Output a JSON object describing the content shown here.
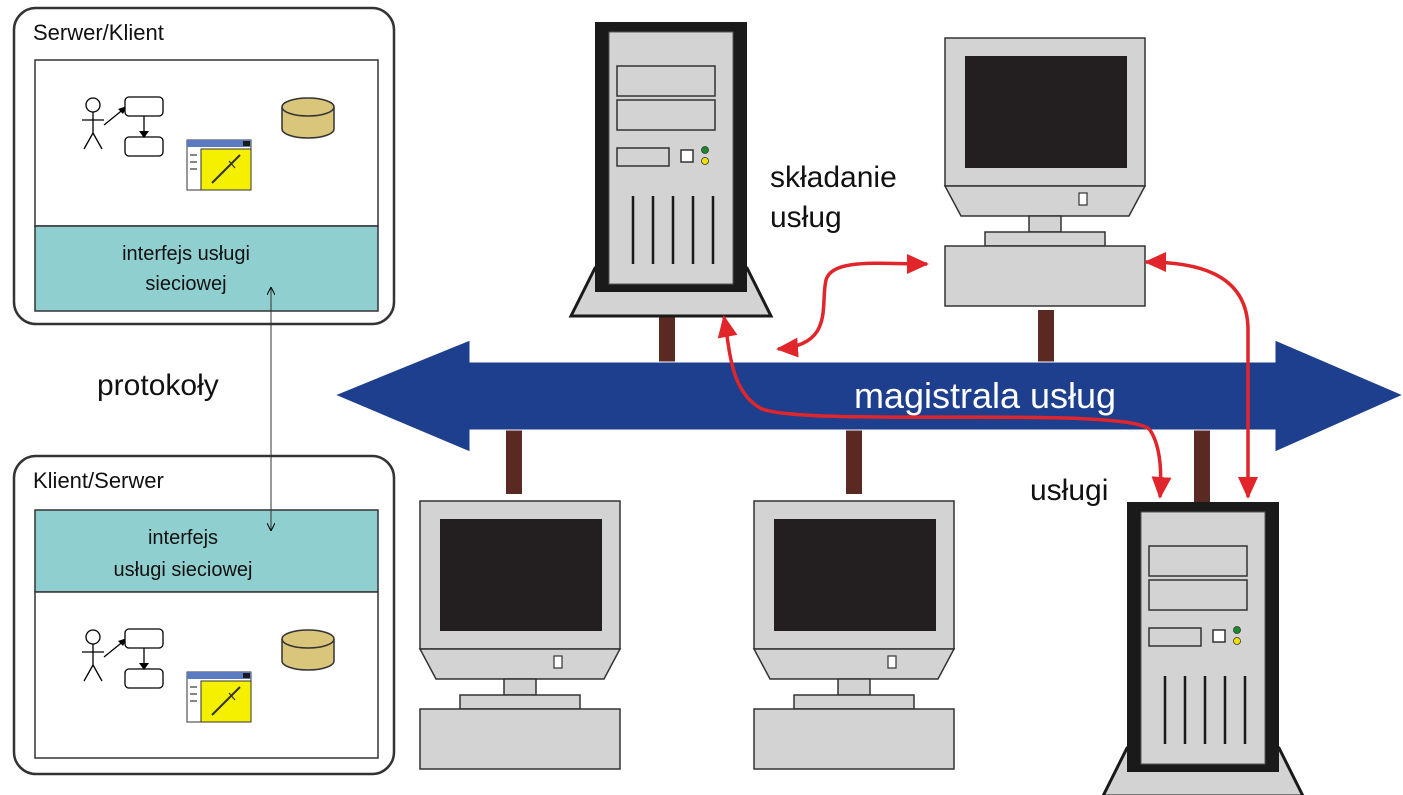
{
  "panels": {
    "top": {
      "title": "Serwer/Klient",
      "interface_line1": "interfejs usługi",
      "interface_line2": "sieciowej"
    },
    "bottom": {
      "title": "Klient/Serwer",
      "interface_line1": "interfejs",
      "interface_line2": "usługi sieciowej"
    }
  },
  "labels": {
    "protocols": "protokoły",
    "bus": "magistrala usług",
    "composition_line1": "składanie",
    "composition_line2": "usług",
    "services": "usługi"
  },
  "nodes": [
    {
      "kind": "server-tower",
      "name": "server-top"
    },
    {
      "kind": "desktop-pc",
      "name": "desktop-top-right"
    },
    {
      "kind": "desktop-pc",
      "name": "desktop-bottom-left"
    },
    {
      "kind": "desktop-pc",
      "name": "desktop-bottom-middle"
    },
    {
      "kind": "server-tower",
      "name": "server-bottom-right"
    }
  ],
  "colors": {
    "bus": "#1e3e8e",
    "connector": "#5a2a22",
    "interaction_arrow": "#e0262b",
    "interface_band": "#8fcfcf",
    "device_body": "#d3d3d3",
    "screen": "#231f20",
    "tower_frame": "#1a1a1a",
    "database": "#d9c67a",
    "window_yellow": "#f4f000",
    "window_bar": "#5a7bbf"
  },
  "icons": [
    "actor-icon",
    "flow-diagram-icon",
    "database-icon",
    "edit-window-icon",
    "server-tower-icon",
    "desktop-computer-icon"
  ]
}
